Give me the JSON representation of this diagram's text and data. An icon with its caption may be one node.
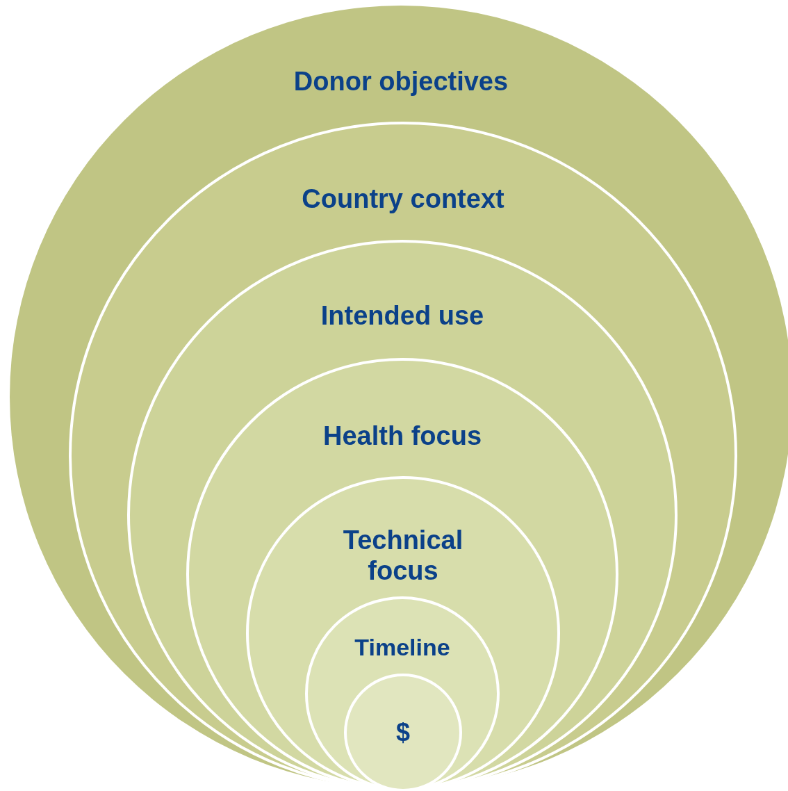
{
  "diagram": {
    "nodes": [
      {
        "text": [
          "Donor objectives"
        ]
      },
      {
        "text": [
          "Country context"
        ],
        "in": 0
      },
      {
        "text": [
          "Intended use"
        ],
        "in": 1
      },
      {
        "text": [
          "Health focus"
        ],
        "in": 2
      },
      {
        "text": [
          "Technical focus"
        ],
        "in": 3
      },
      {
        "text": [
          "Timeline"
        ],
        "in": 4
      },
      {
        "text": [
          "$"
        ],
        "in": 5
      }
    ]
  }
}
